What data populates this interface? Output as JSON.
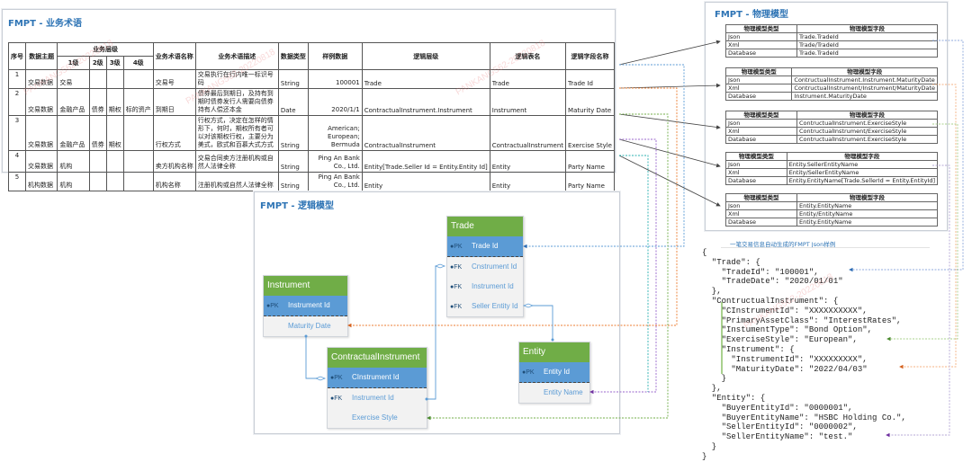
{
  "business_terms": {
    "title": "FMPT - 业务术语",
    "headers": {
      "no": "序号",
      "subject": "数据主题",
      "level_group": "业务层级",
      "levels": [
        "1级",
        "2级",
        "3级",
        "4级"
      ],
      "term_name": "业务术语名称",
      "term_desc": "业务术语描述",
      "data_type": "数据类型",
      "sample": "样例数据",
      "logic_level": "逻辑层级",
      "logic_table": "逻辑表名",
      "logic_field": "逻辑字段名称"
    },
    "rows": [
      {
        "no": "1",
        "subject": "交易数据",
        "l1": "交易",
        "l2": "",
        "l3": "",
        "l4": "",
        "name": "交易号",
        "desc": "交易执行在行内唯一标识号码",
        "type": "String",
        "sample": "100001",
        "logic_level": "Trade",
        "table": "Trade",
        "field": "Trade Id"
      },
      {
        "no": "2",
        "subject": "交易数据",
        "l1": "金融产品",
        "l2": "债券",
        "l3": "期权",
        "l4": "标的资产",
        "name": "到期日",
        "desc": "债券最后到期日，及持有到期时债券发行人需要向债券持有人偿还本金",
        "type": "Date",
        "sample": "2020/1/1",
        "logic_level": "ContractualInstrument.Instrument",
        "table": "Instrument",
        "field": "Maturity Date"
      },
      {
        "no": "3",
        "subject": "交易数据",
        "l1": "金融产品",
        "l2": "债券",
        "l3": "期权",
        "l4": "",
        "name": "行权方式",
        "desc": "行权方式，决定在怎样的情形下，何时，期权所有者可以对该期权行权，主要分为美式，欧式和百慕大式方式",
        "type": "String",
        "sample": "American; European; Bermuda",
        "logic_level": "ContractualInstrument",
        "table": "ContractualInstrument",
        "field": "Exercise Style"
      },
      {
        "no": "4",
        "subject": "交易数据",
        "l1": "机构",
        "l2": "",
        "l3": "",
        "l4": "",
        "name": "卖方机构名称",
        "desc": "交易合同卖方注册机构或自然人法律全称",
        "type": "String",
        "sample": "Ping An Bank Co., Ltd.",
        "logic_level": "Entity[Trade.Seller Id = Entity.Entity Id]",
        "table": "Entity",
        "field": "Party Name"
      },
      {
        "no": "5",
        "subject": "机构数据",
        "l1": "机构",
        "l2": "",
        "l3": "",
        "l4": "",
        "name": "机构名称",
        "desc": "注册机构或自然人法律全称",
        "type": "String",
        "sample": "Ping An Bank Co., Ltd.",
        "logic_level": "Entity",
        "table": "Entity",
        "field": "Party Name"
      }
    ]
  },
  "physical_model": {
    "title": "FMPT  -  物理模型",
    "col_type": "物理模型类型",
    "col_field": "物理模型字段",
    "tables": [
      {
        "rows": [
          [
            "Json",
            "Trade.TradeId"
          ],
          [
            "Xml",
            "Trade/TradeId"
          ],
          [
            "Database",
            "Trade.TradeId"
          ]
        ]
      },
      {
        "rows": [
          [
            "Json",
            "ContructualInstrument.Instrument.MaturityDate"
          ],
          [
            "Xml",
            "ContructualInstrument/Instrument/MaturityDate"
          ],
          [
            "Database",
            "Instrument.MaturityDate"
          ]
        ]
      },
      {
        "rows": [
          [
            "Json",
            "ContructualInstrument.ExerciseStyle"
          ],
          [
            "Xml",
            "ContructualInstrument/ExerciseStyle"
          ],
          [
            "Database",
            "ContructualInstrument.ExerciseStyle"
          ]
        ]
      },
      {
        "rows": [
          [
            "Json",
            "Entity.SellerEntityName"
          ],
          [
            "Xml",
            "Entity/SellerEntityName"
          ],
          [
            "Database",
            "Entity.EntityName[Trade.SellerId = Entity.EntityId]"
          ]
        ]
      },
      {
        "rows": [
          [
            "Json",
            "Entity.EntityName"
          ],
          [
            "Xml",
            "Entity/EntityName"
          ],
          [
            "Database",
            "Entity.EntityName"
          ]
        ]
      }
    ]
  },
  "logical_model": {
    "title": "FMPT  -  逻辑模型",
    "entities": {
      "trade": {
        "name": "Trade",
        "pk": "Trade Id",
        "fks": [
          "Cnstrument Id",
          "Instrument Id",
          "Seller Entity Id"
        ]
      },
      "instrument": {
        "name": "Instrument",
        "pk": "Instrument Id",
        "fields": [
          "Maturity Date"
        ]
      },
      "contractual": {
        "name": "ContractualInstrument",
        "pk": "CInstrument Id",
        "fks": [
          "Instrument Id"
        ],
        "fields": [
          "Exercise Style"
        ]
      },
      "entity": {
        "name": "Entity",
        "pk": "Entity Id",
        "fields": [
          "Entity Name"
        ]
      }
    },
    "pk_label": "PK",
    "fk_label": "FK"
  },
  "json_sample": {
    "caption": "一笔交易信息自动生成的FMPT Json样例",
    "lines": [
      "{",
      "  \"Trade\": {",
      "    \"TradeId\": \"100001\",",
      "    \"TradeDate\": \"2020/01/01\"",
      "  },",
      "  \"ContructualInstrument\": {",
      "    \"CInstrumentId\": \"XXXXXXXXXX\",",
      "    \"PrimaryAssetClass\": \"InterestRates\",",
      "    \"InstumentType\": \"Bond Option\",",
      "    \"ExerciseStyle\": \"European\",",
      "    \"Instrument\": {",
      "      \"InstrumentId\": \"XXXXXXXXX\",",
      "      \"MaturityDate\": \"2022/04/03\"",
      "    }",
      "  },",
      "  \"Entity\": {",
      "    \"BuyerEntityId\": \"0000001\",",
      "    \"BuyerEntityName\": \"HSBC Holding Co.\",",
      "    \"SellerEntityId\": \"0000002\",",
      "    \"SellerEntityName\": \"test.\"",
      "  }",
      "}"
    ]
  },
  "watermark": "PANKANG562-20220818",
  "colors": {
    "title_blue": "#2e74b5",
    "entity_header": "#70ad47",
    "pk_row": "#5b9bd5",
    "wire_blue": "#5b9bd5",
    "wire_orange": "#ed7d31",
    "wire_green": "#70ad47",
    "wire_purple": "#7030a0",
    "wire_teal": "#2ab0b0"
  }
}
